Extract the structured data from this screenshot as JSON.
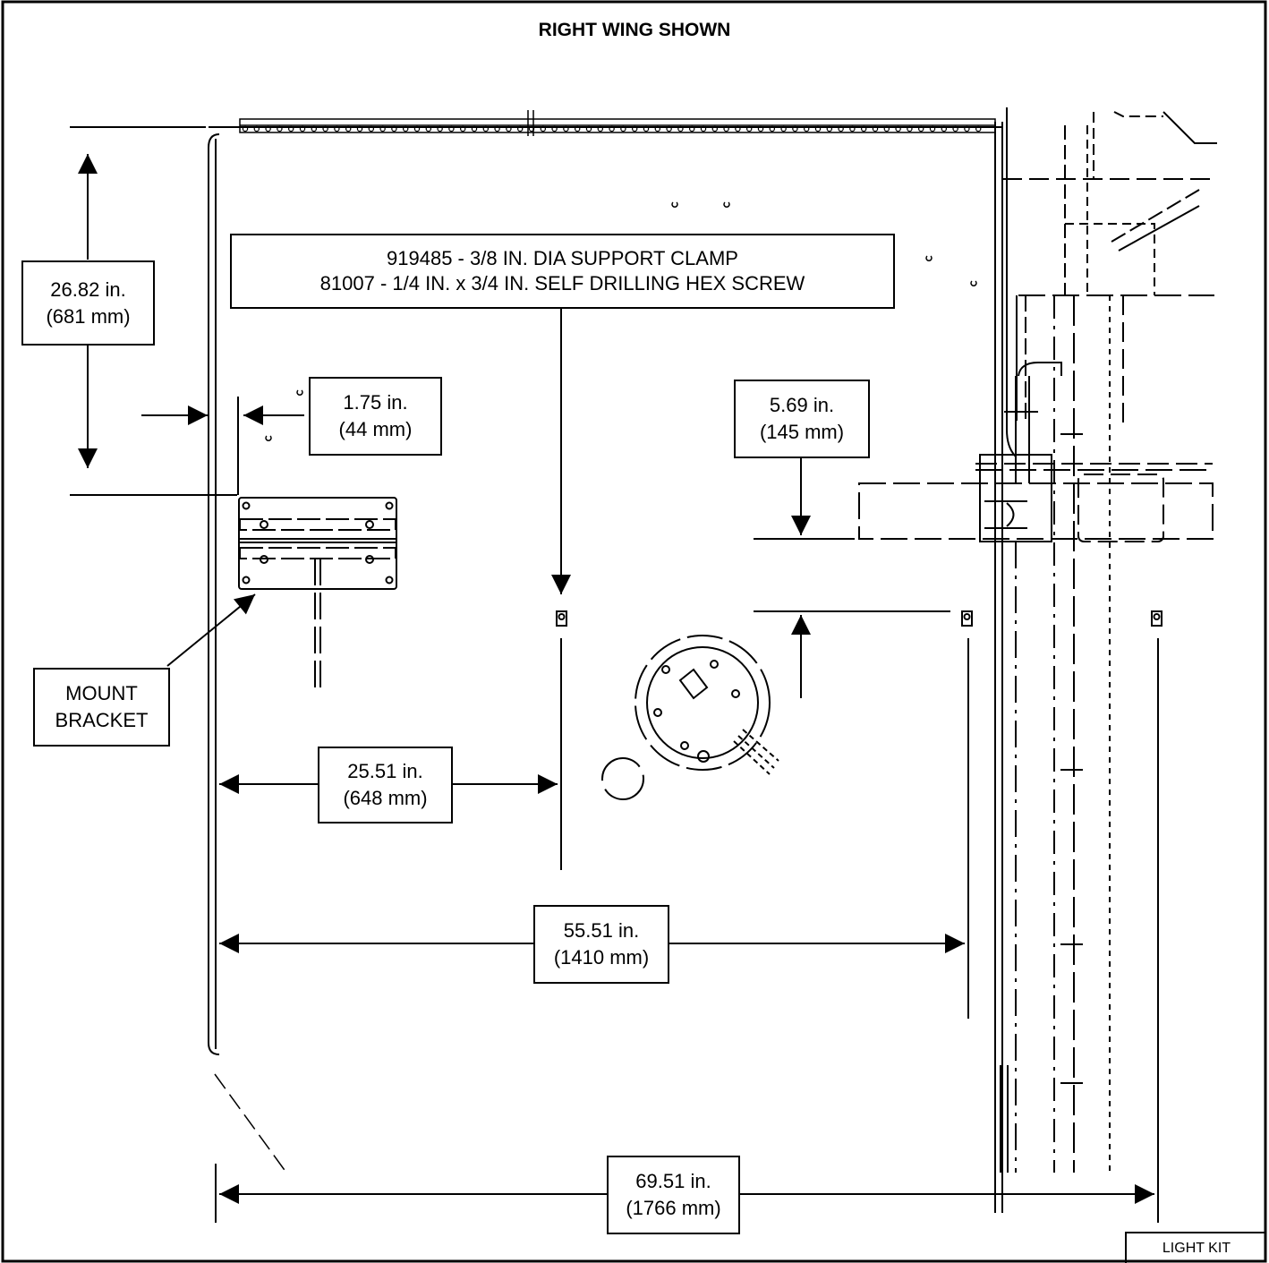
{
  "title": "RIGHT WING SHOWN",
  "callout_parts": {
    "line1": "919485 - 3/8 IN. DIA SUPPORT CLAMP",
    "line2": "81007 - 1/4 IN. x 3/4 IN. SELF DRILLING HEX SCREW"
  },
  "dimensions": {
    "height_top": {
      "inches": "26.82 in.",
      "mm": "(681 mm)"
    },
    "offset_bracket": {
      "inches": "1.75 in.",
      "mm": "(44 mm)"
    },
    "offset_vertical": {
      "inches": "5.69 in.",
      "mm": "(145 mm)"
    },
    "clamp_1": {
      "inches": "25.51 in.",
      "mm": "(648 mm)"
    },
    "clamp_2": {
      "inches": "55.51 in.",
      "mm": "(1410 mm)"
    },
    "clamp_3": {
      "inches": "69.51 in.",
      "mm": "(1766 mm)"
    }
  },
  "mount_bracket": {
    "line1": "MOUNT",
    "line2": "BRACKET"
  },
  "tag": "LIGHT KIT"
}
